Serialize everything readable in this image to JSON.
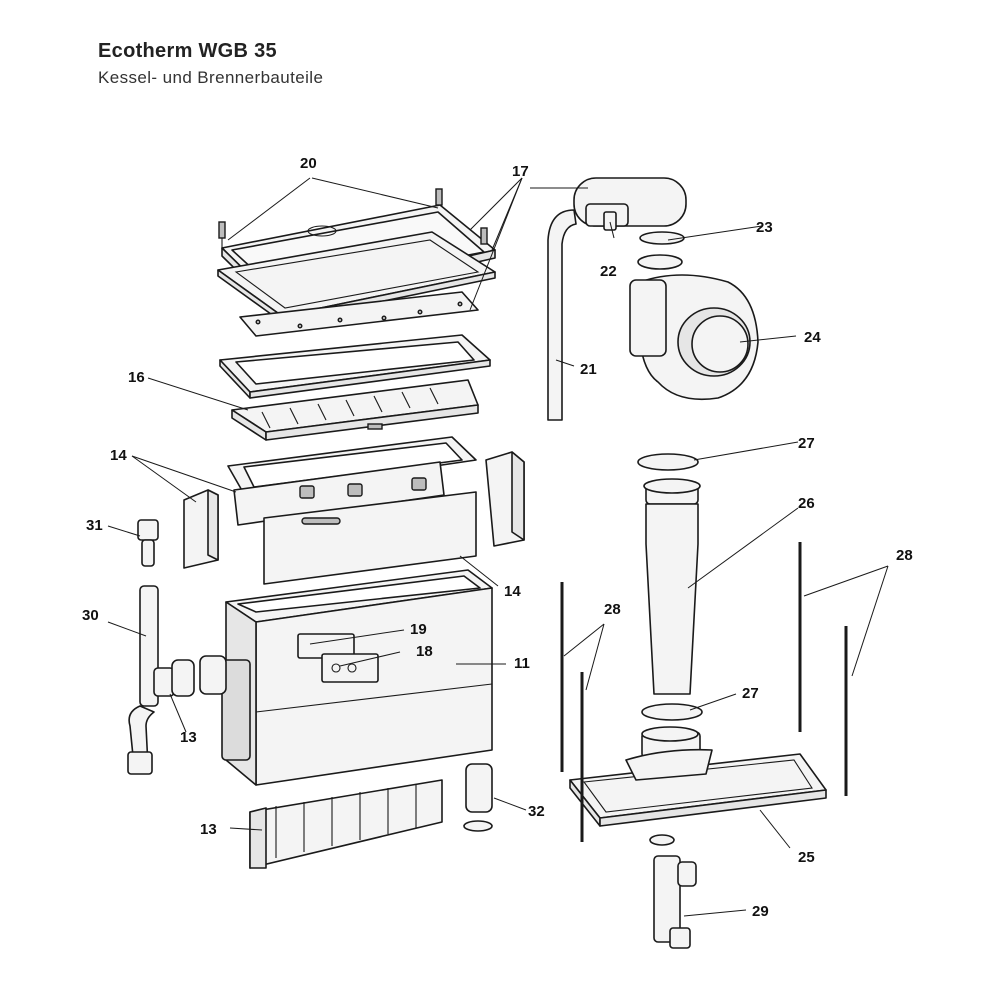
{
  "header": {
    "title": "Ecotherm WGB 35",
    "subtitle": "Kessel- und Brennerbauteile"
  },
  "part_labels": {
    "p11": "11",
    "p13a": "13",
    "p13b": "13",
    "p14a": "14",
    "p14b": "14",
    "p16": "16",
    "p17": "17",
    "p18": "18",
    "p19": "19",
    "p20": "20",
    "p21": "21",
    "p22": "22",
    "p23": "23",
    "p24": "24",
    "p25": "25",
    "p26": "26",
    "p27a": "27",
    "p27b": "27",
    "p28a": "28",
    "p28b": "28",
    "p29": "29",
    "p30": "30",
    "p31": "31",
    "p32": "32"
  }
}
